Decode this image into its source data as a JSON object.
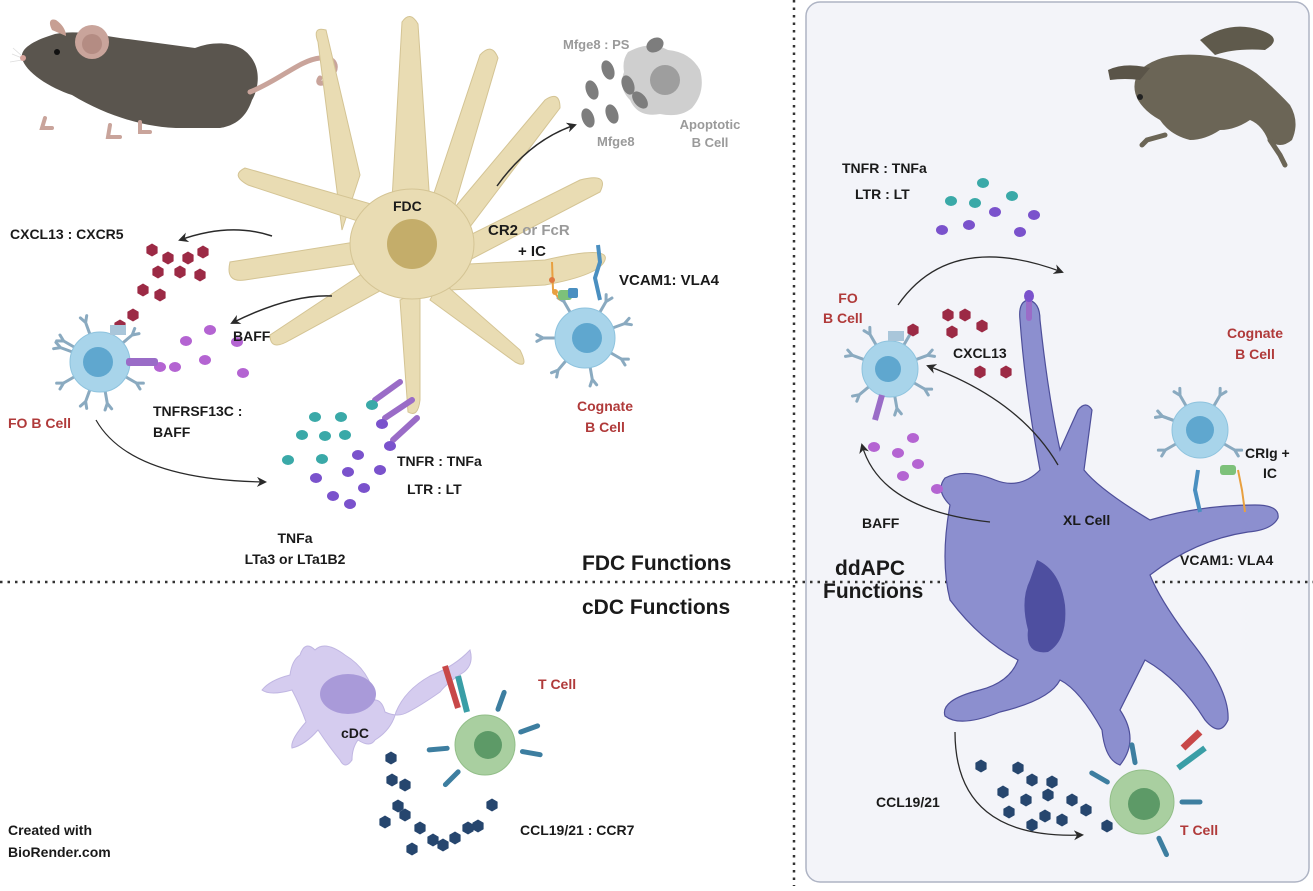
{
  "colors": {
    "fdc_body": "#e9dcb3",
    "fdc_nucleus": "#c4ad6a",
    "b_cell": "#a8d4ea",
    "b_cell_nucleus": "#5fa7cf",
    "antibody": "#8aaac0",
    "cxcl13": "#9c2a45",
    "baff": "#b464d2",
    "tnf": "#3aa9a8",
    "lt": "#7a52cc",
    "mfge8": "#7d7d7d",
    "apoptotic": "#cfcfcf",
    "cdc_body": "#d5ccef",
    "cdc_nucleus": "#a99ad9",
    "xl_body": "#8c8fcf",
    "xl_nucleus": "#4e4fa0",
    "t_cell": "#a9cfa0",
    "t_cell_nucleus": "#5d9a67",
    "ccl": "#26466e",
    "right_panel_bg": "#f3f4f9",
    "right_panel_border": "#aeb4c4",
    "label_red": "#b03a3a",
    "divider": "#333333"
  },
  "left_panel": {
    "organism_icon": "mouse",
    "fdc_section": {
      "title": "FDC Functions",
      "cell_label": "FDC",
      "labels": {
        "cxcl13_cxcr5": "CXCL13 : CXCR5",
        "baff": "BAFF",
        "tnfrsf13c": "TNFRSF13C :",
        "tnfrsf13c_2": "BAFF",
        "fo_b_cell": "FO B Cell",
        "tnfr_tnfa": "TNFR : TNFa",
        "ltr_lt": "LTR : LT",
        "tnfa": "TNFa",
        "lta": "LTa3 or LTa1B2",
        "cr2": "CR2",
        "or_fcr": "or FcR",
        "plus_ic": "+ IC",
        "vcam1_vla4": "VCAM1: VLA4",
        "cognate_1": "Cognate",
        "cognate_2": "B Cell",
        "mfge8_ps": "Mfge8 : PS",
        "mfge8": "Mfge8",
        "apoptotic_1": "Apoptotic",
        "apoptotic_2": "B Cell"
      }
    },
    "cdc_section": {
      "title": "cDC Functions",
      "cell_label": "cDC",
      "t_cell_label": "T Cell",
      "ccl_label": "CCL19/21 : CCR7"
    },
    "credit_1": "Created with",
    "credit_2": "BioRender.com"
  },
  "right_panel": {
    "organism_icon": "frog",
    "title_1": "ddAPC",
    "title_2": "Functions",
    "cell_label": "XL Cell",
    "labels": {
      "tnfr_tnfa": "TNFR : TNFa",
      "ltr_lt": "LTR : LT",
      "fo_1": "FO",
      "fo_2": "B Cell",
      "cxcl13": "CXCL13",
      "baff": "BAFF",
      "cognate_1": "Cognate",
      "cognate_2": "B Cell",
      "crig_1": "CRIg +",
      "crig_2": "IC",
      "vcam1_vla4": "VCAM1: VLA4",
      "ccl": "CCL19/21",
      "t_cell": "T Cell"
    }
  }
}
